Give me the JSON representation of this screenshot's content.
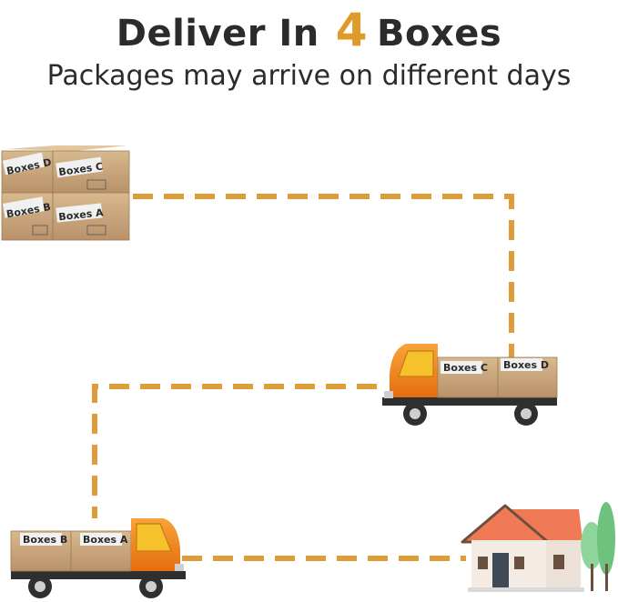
{
  "title": {
    "prefix": "Deliver In",
    "number": "4",
    "suffix": "Boxes"
  },
  "subtitle": "Packages may arrive on different days",
  "stack_boxes": {
    "top_left": "Boxes D",
    "top_right": "Boxes C",
    "bottom_left": "Boxes B",
    "bottom_right": "Boxes A"
  },
  "truck_right": {
    "box_front": "Boxes C",
    "box_back": "Boxes D"
  },
  "truck_left": {
    "box_back": "Boxes B",
    "box_front": "Boxes A"
  },
  "colors": {
    "route": "#de9d3a",
    "cab": "#f2861a",
    "cardboard": "#c9a679",
    "roof": "#f07a55",
    "text": "#2b2b2b"
  }
}
